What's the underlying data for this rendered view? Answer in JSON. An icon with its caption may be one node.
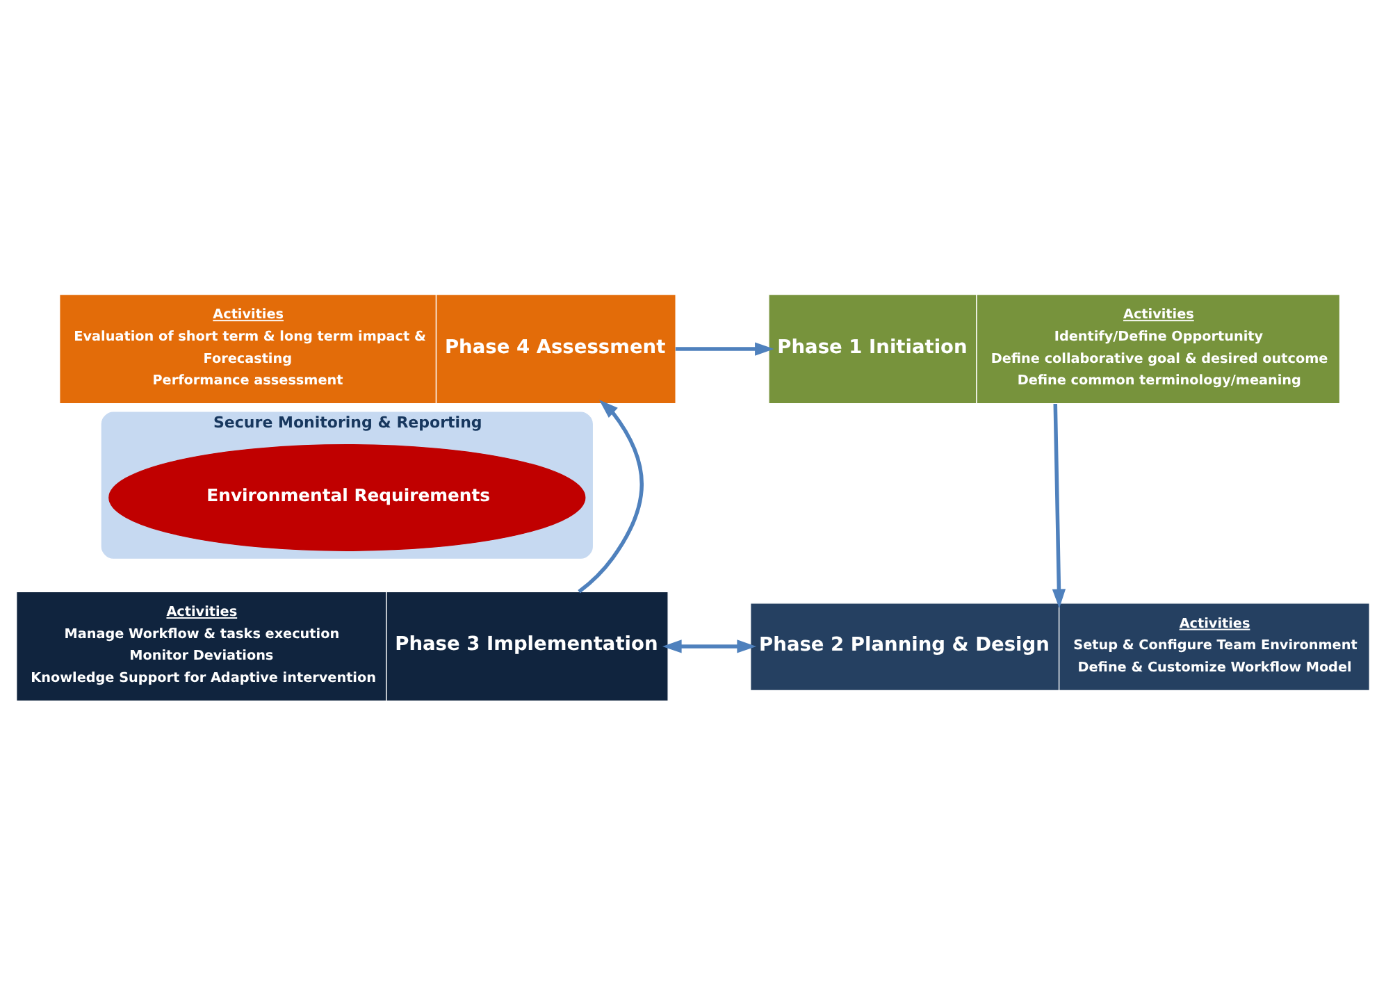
{
  "diagram": {
    "nodes": [
      {
        "text": [
          "Phase 4 Assessment",
          "Activities",
          "Evaluation of short term & long term impact &",
          "Forecasting",
          "Performance assessment"
        ]
      },
      {
        "text": [
          "Phase 1 Initiation",
          "Activities",
          "Identify/Define Opportunity",
          "Define collaborative goal & desired outcome",
          "Define common terminology/meaning"
        ]
      },
      {
        "text": [
          "Secure Monitoring & Reporting"
        ]
      },
      {
        "text": [
          "Environmental Requirements"
        ],
        "in": 2
      },
      {
        "text": [
          "Phase 3 Implementation",
          "Activities",
          "Manage Workflow & tasks execution",
          "Monitor Deviations",
          "Knowledge Support for Adaptive intervention"
        ]
      },
      {
        "text": [
          "Phase 2 Planning & Design",
          "Activities",
          "Setup & Configure Team Environment",
          "Define & Customize Workflow Model"
        ]
      }
    ],
    "edges": [
      {
        "from": 0,
        "to": 1,
        "arrow": "to"
      },
      {
        "from": 1,
        "to": 5,
        "arrow": "to"
      },
      {
        "from": 4,
        "to": 5,
        "arrow": "both"
      },
      {
        "from": 4,
        "to": 0,
        "arrow": "to"
      }
    ]
  }
}
